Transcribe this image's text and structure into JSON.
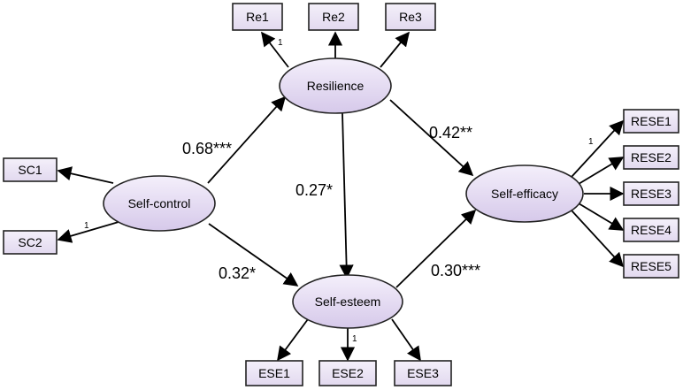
{
  "latents": {
    "self_control": "Self-control",
    "resilience": "Resilience",
    "self_esteem": "Self-esteem",
    "self_efficacy": "Self-efficacy"
  },
  "indicators": {
    "sc1": "SC1",
    "sc2": "SC2",
    "re1": "Re1",
    "re2": "Re2",
    "re3": "Re3",
    "ese1": "ESE1",
    "ese2": "ESE2",
    "ese3": "ESE3",
    "rese1": "RESE1",
    "rese2": "RESE2",
    "rese3": "RESE3",
    "rese4": "RESE4",
    "rese5": "RESE5"
  },
  "paths": {
    "sc_to_res": "0.68***",
    "sc_to_se": "0.32*",
    "res_to_se": "0.27*",
    "res_to_seff": "0.42**",
    "se_to_seff": "0.30***"
  },
  "fixed_loading": "1",
  "colors": {
    "ellipse_fill_start": "#f3eefb",
    "ellipse_fill_end": "#d9cdec",
    "box_fill": "#ece6f5"
  }
}
